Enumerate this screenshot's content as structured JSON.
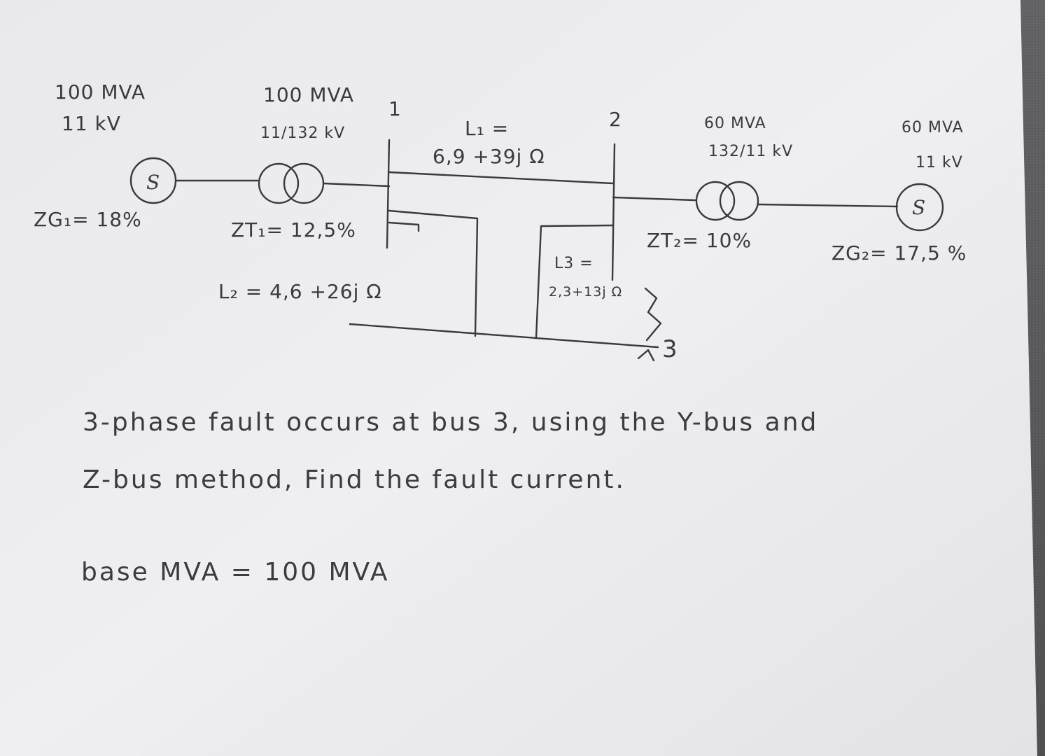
{
  "gen1": {
    "rating": "100 MVA",
    "voltage": "11 kV",
    "symbol": "S",
    "impedance": "ZG₁= 18%"
  },
  "trafo1": {
    "rating": "100 MVA",
    "voltage": "11/132 kV",
    "impedance": "ZT₁= 12,5%"
  },
  "bus1": {
    "label": "1"
  },
  "bus2": {
    "label": "2"
  },
  "bus3": {
    "label": "3"
  },
  "line1": {
    "name": "L₁ =",
    "value": "6,9 +39j Ω"
  },
  "line2": {
    "label": "L₂ = 4,6 +26j Ω"
  },
  "line3": {
    "name": "L3 =",
    "value": "2,3+13j Ω"
  },
  "trafo2": {
    "rating": "60 MVA",
    "voltage": "132/11 kV",
    "impedance": "ZT₂= 10%"
  },
  "gen2": {
    "rating": "60 MVA",
    "voltage": "11 kV",
    "symbol": "S",
    "impedance": "ZG₂= 17,5 %"
  },
  "question": {
    "line1": "3-phase fault occurs at bus 3, using the Y-bus and",
    "line2": "Z-bus method, Find the fault current."
  },
  "base": "base MVA = 100 MVA",
  "colors": {
    "ink": "#3a3a3c",
    "paper": "#ececef",
    "background": "#5d5d5f"
  }
}
